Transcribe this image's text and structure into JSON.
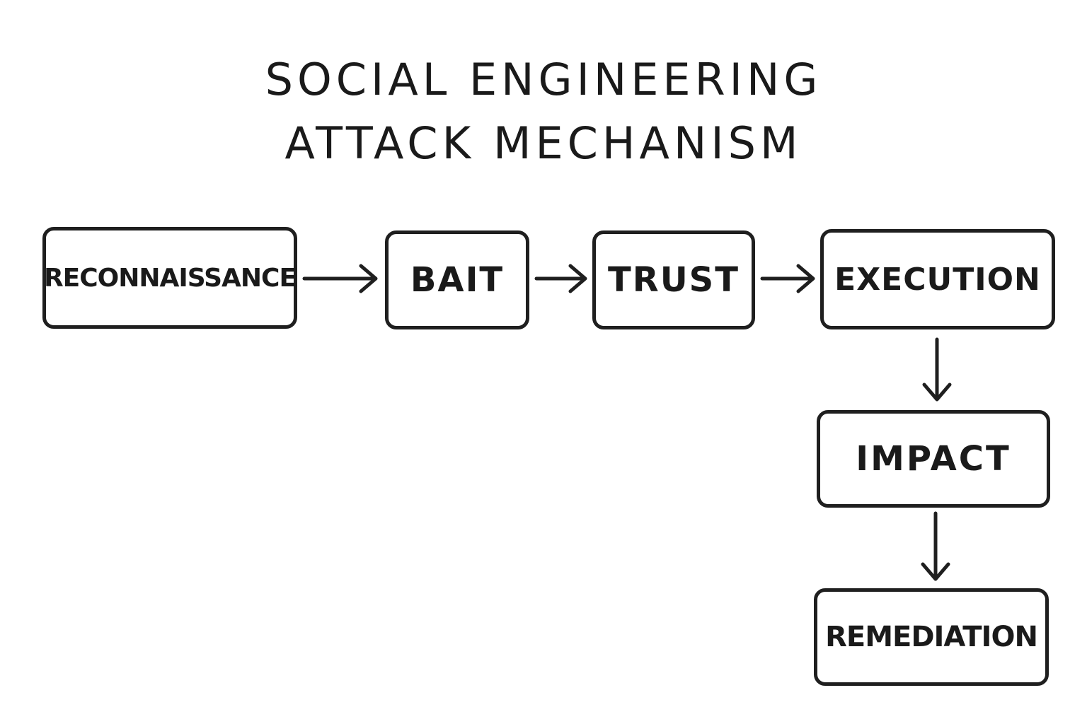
{
  "diagram": {
    "title_line1": "SOCIAL ENGINEERING",
    "title_line2": "ATTACK MECHANISM",
    "steps": [
      {
        "label": "RECONNAISSANCE"
      },
      {
        "label": "BAIT"
      },
      {
        "label": "TRUST"
      },
      {
        "label": "EXECUTION"
      },
      {
        "label": "IMPACT"
      },
      {
        "label": "REMEDIATION"
      }
    ],
    "connections": [
      {
        "from": "RECONNAISSANCE",
        "to": "BAIT"
      },
      {
        "from": "BAIT",
        "to": "TRUST"
      },
      {
        "from": "TRUST",
        "to": "EXECUTION"
      },
      {
        "from": "EXECUTION",
        "to": "IMPACT"
      },
      {
        "from": "IMPACT",
        "to": "REMEDIATION"
      }
    ],
    "colors": {
      "ink": "#1f1f1f",
      "background": "#ffffff"
    }
  }
}
